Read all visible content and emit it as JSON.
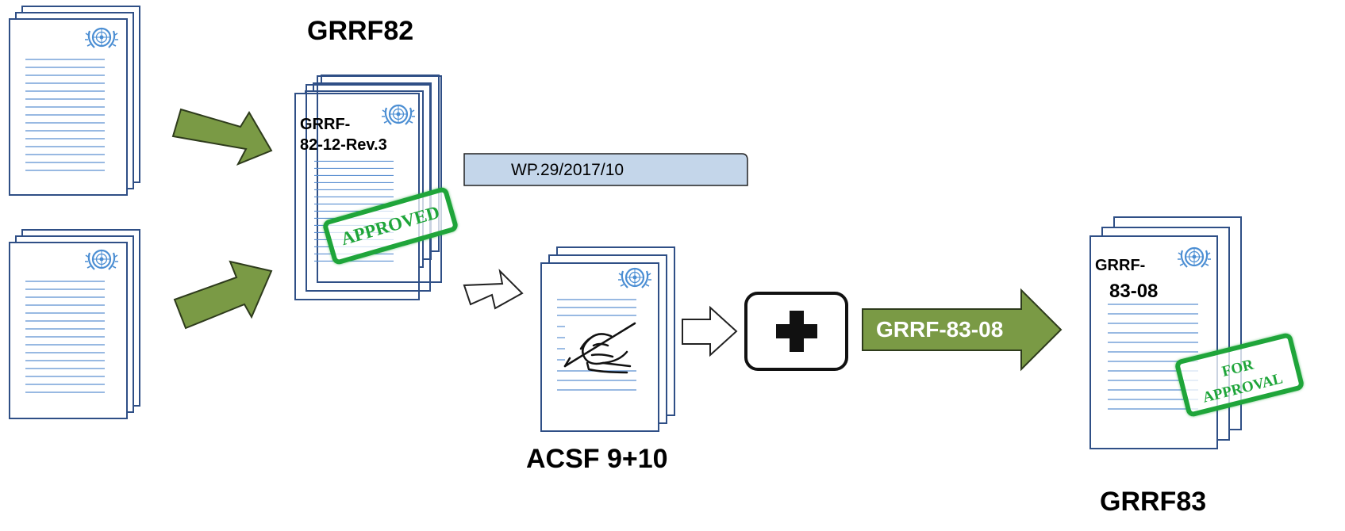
{
  "labels": {
    "session_top": "GRRF82",
    "session_bottom": "GRRF83",
    "acsf": "ACSF 9+10"
  },
  "documents": {
    "approved_doc_id_line1": "GRRF-",
    "approved_doc_id_line2": "82-12-Rev.3",
    "approval_doc_id_line1": "GRRF-",
    "approval_doc_id_line2": "83-08"
  },
  "stamps": {
    "approved": "APPROVED",
    "for_approval_line1": "FOR",
    "for_approval_line2": "APPROVAL"
  },
  "banner": {
    "text": "WP.29/2017/10"
  },
  "final_arrow": {
    "text": "GRRF-83-08"
  },
  "plus_box": {
    "symbol": "+"
  },
  "colors": {
    "green_arrow": "#7a9a45",
    "green_arrow_border": "#2e3b1c",
    "doc_border": "#2f4f86",
    "doc_lines": "#5b8fd1",
    "banner_fill": "#c4d6ea",
    "stamp_green": "#1fa53a",
    "un_blue": "#4b8ed3"
  },
  "icons": [
    "un-emblem-icon",
    "writing-hand-icon",
    "plus-icon"
  ]
}
